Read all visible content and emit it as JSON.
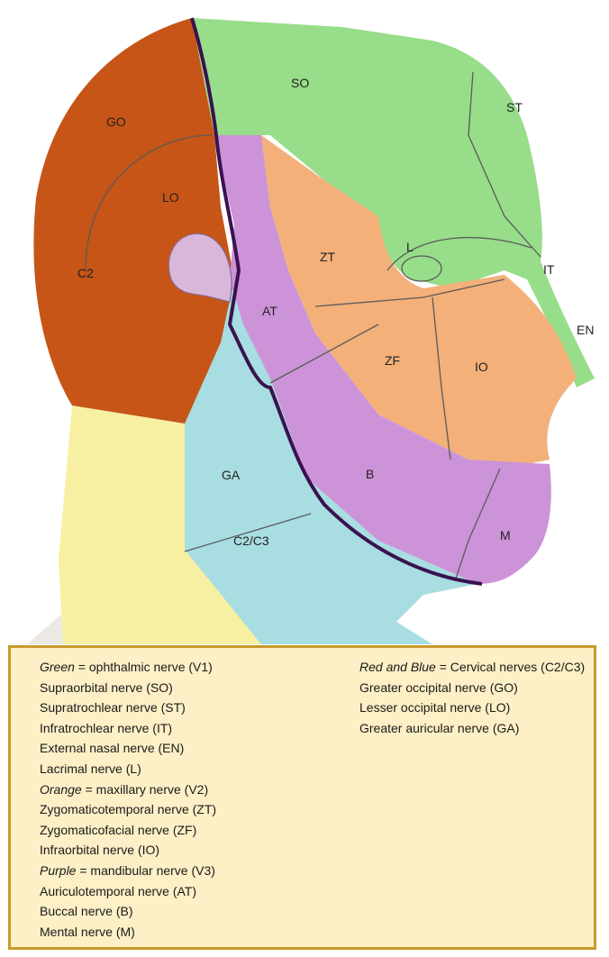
{
  "regions": {
    "SO": "SO",
    "ST": "ST",
    "IT": "IT",
    "EN": "EN",
    "L": "L",
    "ZT": "ZT",
    "ZF": "ZF",
    "IO": "IO",
    "AT": "AT",
    "B": "B",
    "M": "M",
    "GO": "GO",
    "LO": "LO",
    "C2": "C2",
    "GA": "GA",
    "C2C3": "C2/C3"
  },
  "colors": {
    "green": "#97dd8a",
    "orange": "#f3b079",
    "purple": "#cc93d8",
    "red": "#c65517",
    "blue": "#a8dde1",
    "yellow": "#f7f0a2",
    "skin": "#ece8e4",
    "boundary": "#3a1250",
    "legend_bg": "#fdefc6",
    "legend_border": "#c79b2c"
  },
  "legend": {
    "left": [
      {
        "em": "Green",
        "rest": " = ophthalmic nerve (V1)"
      },
      {
        "em": "",
        "rest": "Supraorbital nerve (SO)"
      },
      {
        "em": "",
        "rest": "Supratrochlear nerve (ST)"
      },
      {
        "em": "",
        "rest": "Infratrochlear nerve (IT)"
      },
      {
        "em": "",
        "rest": "External nasal nerve (EN)"
      },
      {
        "em": "",
        "rest": "Lacrimal nerve (L)"
      },
      {
        "em": "Orange",
        "rest": " = maxillary nerve (V2)"
      },
      {
        "em": "",
        "rest": "Zygomaticotemporal nerve (ZT)"
      },
      {
        "em": "",
        "rest": "Zygomaticofacial nerve (ZF)"
      },
      {
        "em": "",
        "rest": "Infraorbital nerve (IO)"
      },
      {
        "em": "Purple",
        "rest": " = mandibular nerve (V3)"
      },
      {
        "em": "",
        "rest": "Auriculotemporal nerve (AT)"
      },
      {
        "em": "",
        "rest": "Buccal nerve (B)"
      },
      {
        "em": "",
        "rest": "Mental nerve (M)"
      }
    ],
    "right": [
      {
        "em": "Red and Blue",
        "rest": " = Cervical nerves (C2/C3)"
      },
      {
        "em": "",
        "rest": "Greater occipital nerve (GO)"
      },
      {
        "em": "",
        "rest": "Lesser occipital nerve (LO)"
      },
      {
        "em": "",
        "rest": "Greater auricular nerve (GA)"
      }
    ]
  }
}
